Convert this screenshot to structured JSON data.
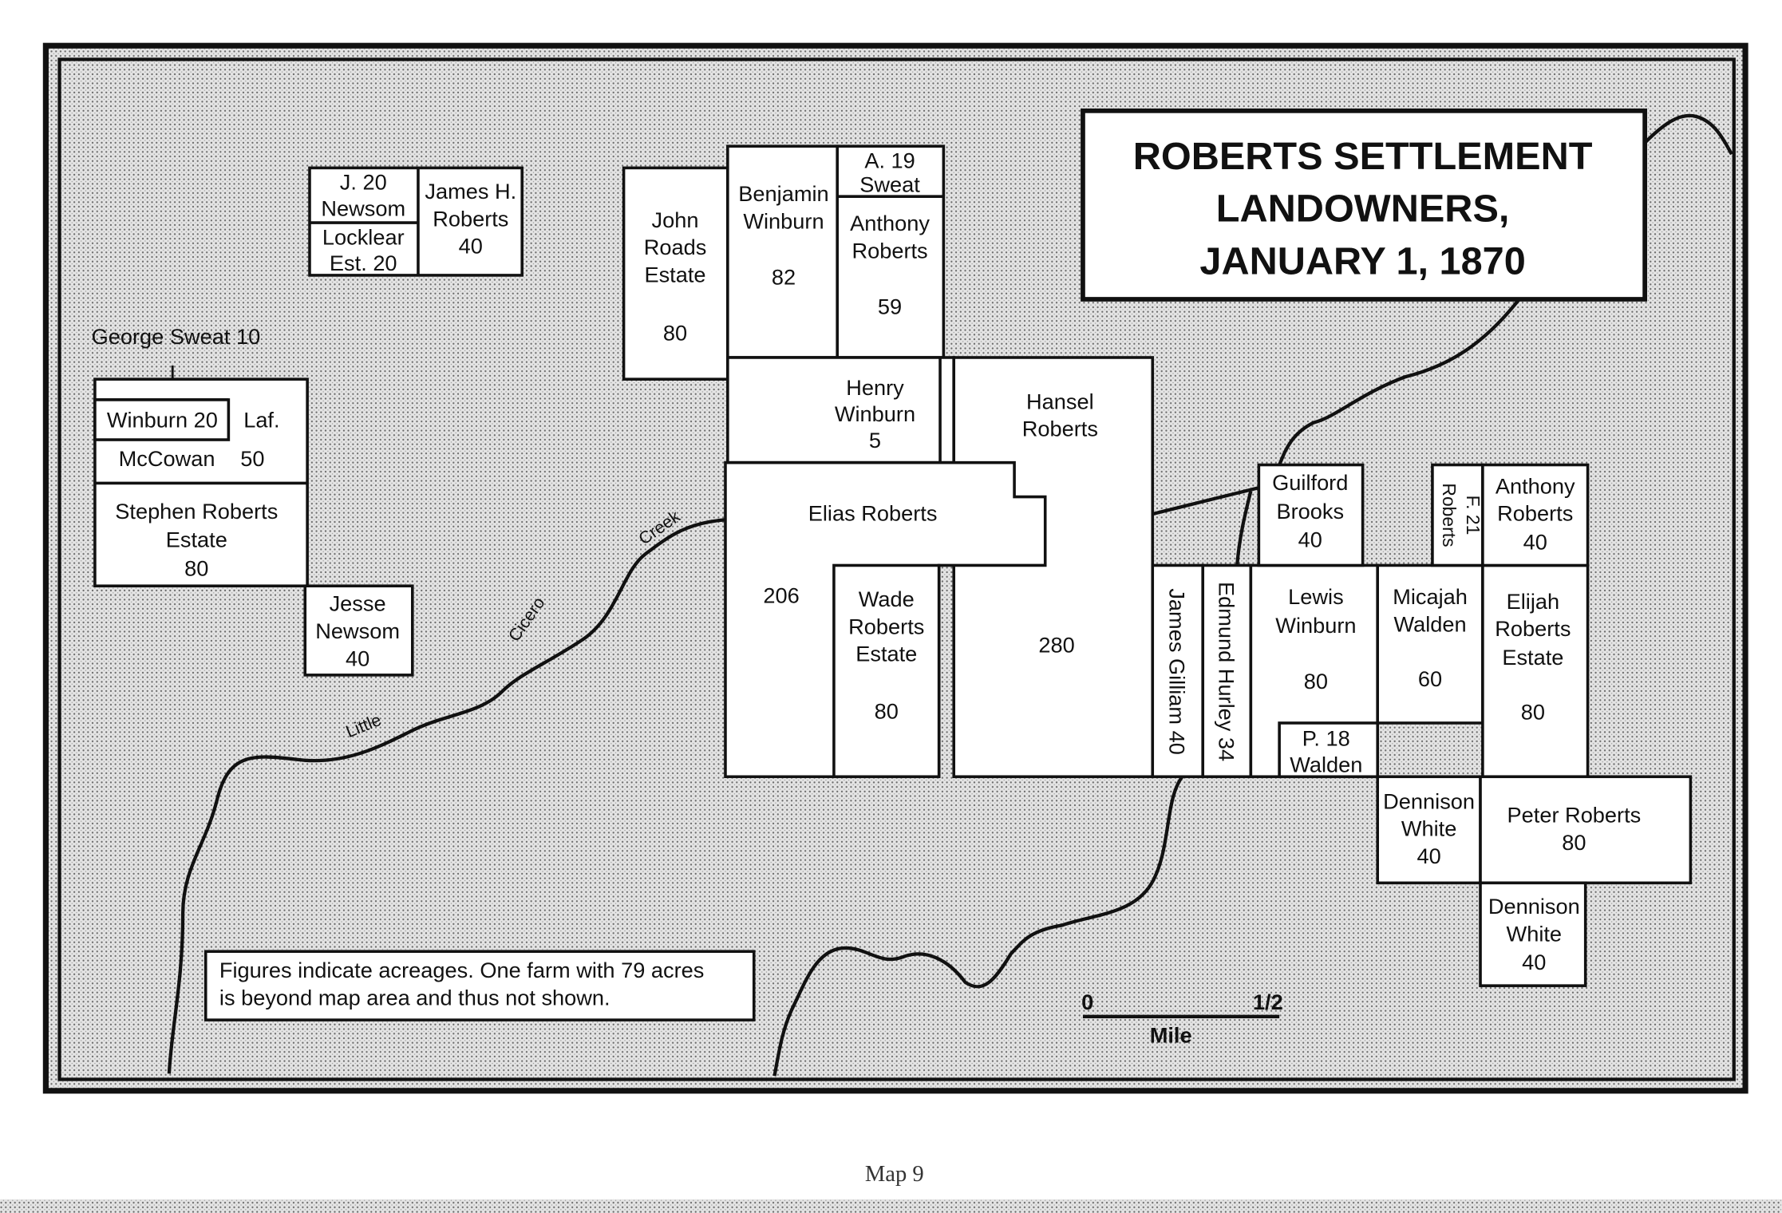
{
  "title": [
    "ROBERTS SETTLEMENT",
    "LANDOWNERS,",
    "JANUARY 1, 1870"
  ],
  "caption": "Map 9",
  "legend": [
    "Figures indicate acreages. One farm with 79 acres",
    "is beyond map area and thus not shown."
  ],
  "scale": {
    "start": "0",
    "end": "1/2",
    "unit": "Mile"
  },
  "creek": {
    "word1": "Little",
    "word2": "Cicero",
    "word3": "Creek"
  },
  "parcels": {
    "j_newsom": [
      "J.  20",
      "Newsom"
    ],
    "locklear": [
      "Locklear",
      "Est.  20"
    ],
    "james_h_roberts": [
      "James H.",
      "Roberts",
      "40"
    ],
    "george_sweat": "George Sweat 10",
    "winburn_20": "Winburn 20",
    "laf_mccowan": {
      "a": "Laf.",
      "b": "McCowan",
      "c": "50"
    },
    "stephen_roberts": [
      "Stephen Roberts",
      "Estate",
      "80"
    ],
    "jesse_newsom": [
      "Jesse",
      "Newsom",
      "40"
    ],
    "john_roads": [
      "John",
      "Roads",
      "Estate",
      "80"
    ],
    "benjamin_winburn": [
      "Benjamin",
      "Winburn",
      "82"
    ],
    "a_sweat": [
      "A.  19",
      "Sweat"
    ],
    "anthony_roberts_59": [
      "Anthony",
      "Roberts",
      "59"
    ],
    "henry_winburn": [
      "Henry",
      "Winburn",
      "5"
    ],
    "hansel_roberts": [
      "Hansel",
      "Roberts",
      "280"
    ],
    "elias_roberts": [
      "Elias Roberts",
      "206"
    ],
    "wade_roberts": [
      "Wade",
      "Roberts",
      "Estate",
      "80"
    ],
    "james_gilliam": "James Gilliam 40",
    "edmund_hurley": "Edmund Hurley 34",
    "guilford_brooks": [
      "Guilford",
      "Brooks",
      "40"
    ],
    "f_roberts": [
      "F. 21",
      "Roberts"
    ],
    "anthony_roberts_40": [
      "Anthony",
      "Roberts",
      "40"
    ],
    "lewis_winburn": [
      "Lewis",
      "Winburn",
      "80"
    ],
    "micajah_walden": [
      "Micajah",
      "Walden",
      "60"
    ],
    "elijah_roberts": [
      "Elijah",
      "Roberts",
      "Estate",
      "80"
    ],
    "p_walden": [
      "P.  18",
      "Walden"
    ],
    "dennison_white_1": [
      "Dennison",
      "White",
      "40"
    ],
    "peter_roberts": [
      "Peter Roberts",
      "80"
    ],
    "dennison_white_2": [
      "Dennison",
      "White",
      "40"
    ]
  }
}
